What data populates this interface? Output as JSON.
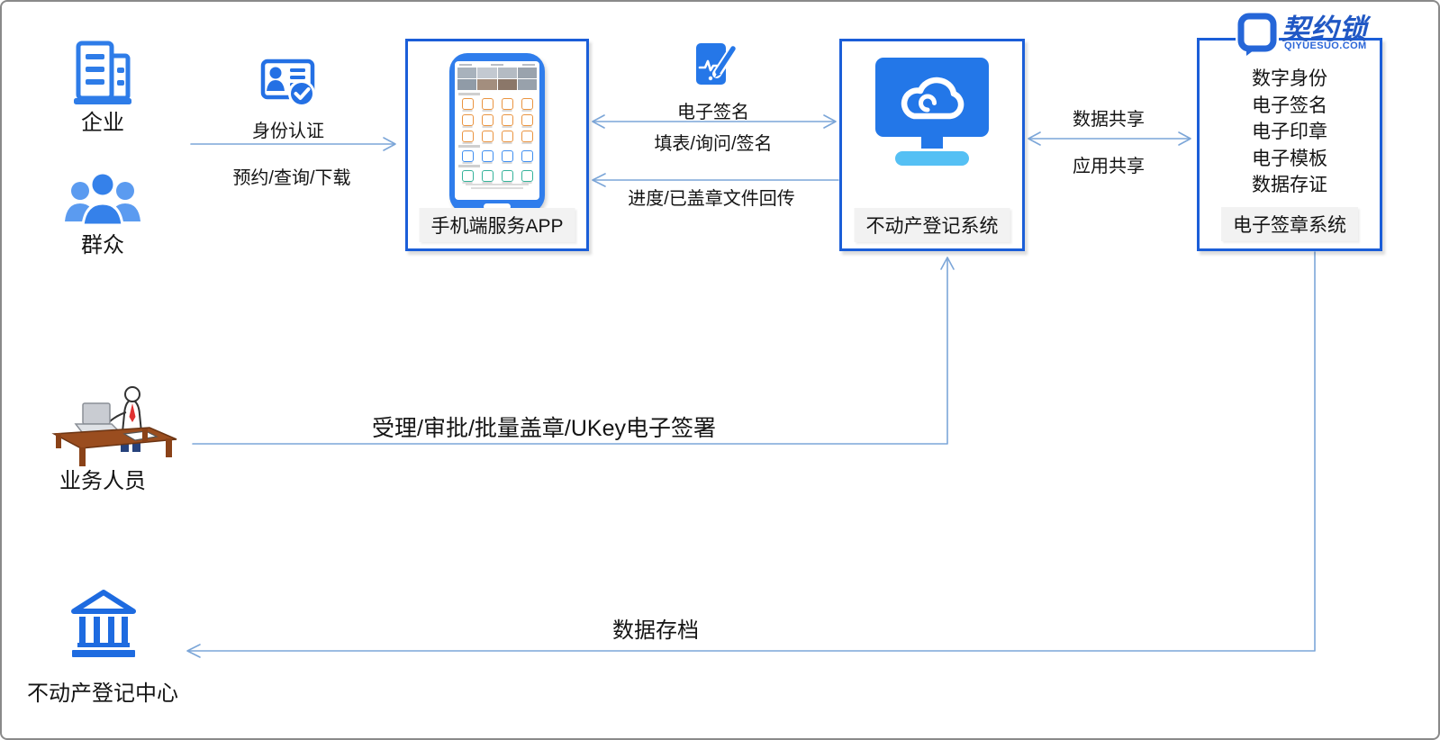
{
  "diagram": {
    "actors": {
      "enterprise": "企业",
      "public": "群众",
      "staff": "业务人员",
      "registration_center": "不动产登记中心"
    },
    "nodes": {
      "mobile_app": {
        "label": "手机端服务APP"
      },
      "registration_system": {
        "label": "不动产登记系统"
      },
      "esign_system": {
        "brand": "契约锁",
        "brand_domain": "QIYUESUO.COM",
        "features": [
          "数字身份",
          "电子签名",
          "电子印章",
          "电子模板",
          "数据存证"
        ],
        "label": "电子签章系统"
      }
    },
    "flows": {
      "identity_auth": "身份认证",
      "booking": "预约/查询/下载",
      "esign": "电子签名",
      "form_sign": "填表/询问/签名",
      "progress_return": "进度/已盖章文件回传",
      "data_share": "数据共享",
      "app_share": "应用共享",
      "staff_ops": "受理/审批/批量盖章/UKey电子签署",
      "data_archive": "数据存档"
    },
    "colors": {
      "primary_blue": "#2470e4",
      "box_border": "#1b5ed8",
      "connector": "#7ca6d8",
      "label_bg": "#f2f2f2",
      "monitor_base": "#55c0f4",
      "brand_blue": "#2158c4"
    }
  }
}
